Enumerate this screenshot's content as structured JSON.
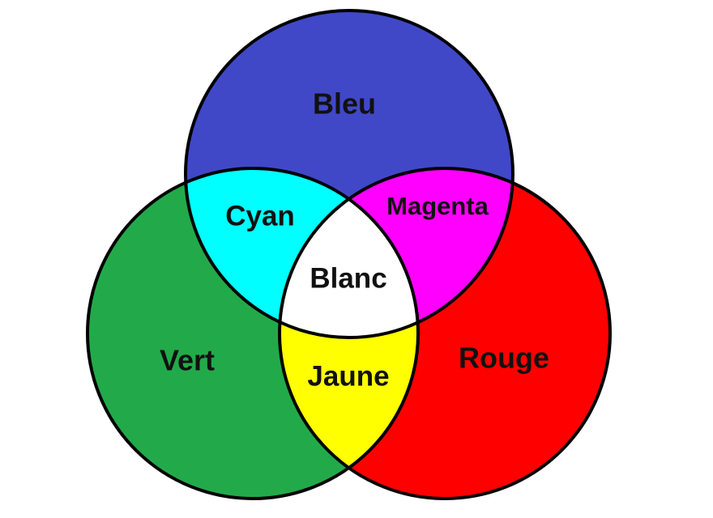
{
  "regions": {
    "bleu": {
      "label": "Bleu",
      "color": "#4048C8"
    },
    "vert": {
      "label": "Vert",
      "color": "#22AA4A"
    },
    "rouge": {
      "label": "Rouge",
      "color": "#FF0000"
    },
    "cyan": {
      "label": "Cyan",
      "color": "#00FFFF"
    },
    "magenta": {
      "label": "Magenta",
      "color": "#FF00FF"
    },
    "jaune": {
      "label": "Jaune",
      "color": "#FFFF00"
    },
    "blanc": {
      "label": "Blanc",
      "color": "#FFFFFF"
    }
  },
  "outline_color": "#000000"
}
